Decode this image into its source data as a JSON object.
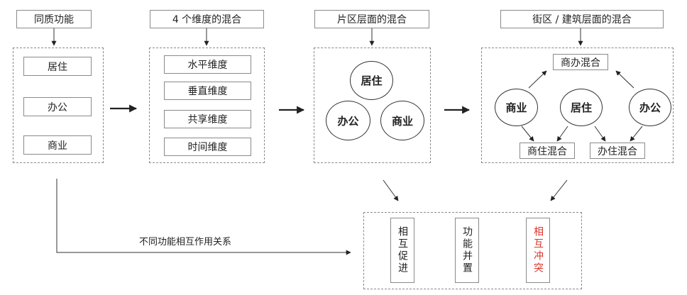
{
  "stages": {
    "homogeneous": "同质功能",
    "four_dimensions": "4 个维度的混合",
    "district": "片区层面的混合",
    "block": "街区 / 建筑层面的混合"
  },
  "homogeneous_functions": [
    "居住",
    "办公",
    "商业"
  ],
  "dimensions": [
    "水平维度",
    "垂直维度",
    "共享维度",
    "时间维度"
  ],
  "district_circles": {
    "residential": "居住",
    "office": "办公",
    "commercial": "商业"
  },
  "block": {
    "top_box": "商办混合",
    "commercial": "商业",
    "residential": "居住",
    "office": "办公",
    "box_left": "商住混合",
    "box_right": "办住混合"
  },
  "interaction_label": "不同功能相互作用关系",
  "relations": {
    "promote": "相互促进",
    "combine": "功能并置",
    "conflict": "相互冲突"
  },
  "colors": {
    "conflict": "#d9352b",
    "border": "#8a8a8a"
  }
}
